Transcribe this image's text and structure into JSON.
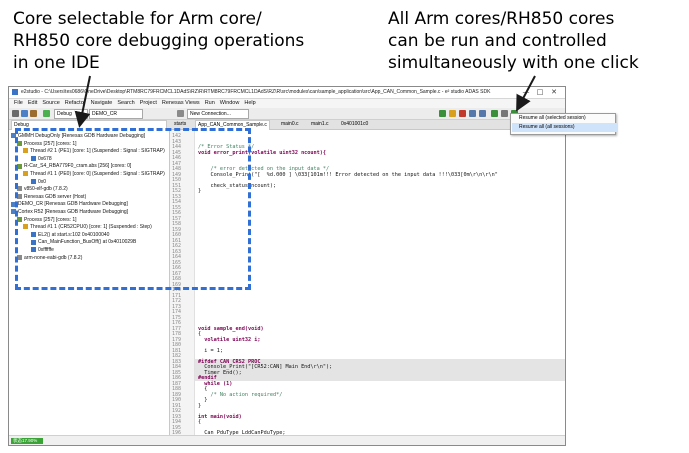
{
  "captions": {
    "left": "Core selectable for Arm core/\nRH850 core debugging operations\nin one IDE",
    "right": "All Arm cores/RH850 cores\ncan be run and controlled\nsimultaneously with one click"
  },
  "window": {
    "title": "e2studio - C:\\Users\\tes0686\\OneDrive\\Desktop\\RTM8RC79FRCMCL1DAdS\\RZ\\R\\RTM8RC79FRCMCL1DAdS\\RZ\\R\\src\\modules\\can\\sample_application\\src\\App_CAN_Common_Sample.c - e² studio ADAS SDK",
    "controls": [
      "—",
      "□",
      "✕"
    ]
  },
  "menu": [
    "File",
    "Edit",
    "Source",
    "Refactor",
    "Navigate",
    "Search",
    "Project",
    "Renesas Views",
    "Run",
    "Window",
    "Help"
  ],
  "toolbar": {
    "launch_mode": "Debug",
    "launch_config": "DEMO_CR",
    "connection": "New Connection..."
  },
  "tabs": {
    "debug": "Debug",
    "files": [
      "starts",
      "App_CAN_Common_Sample.c",
      "main0.c",
      "main1.c",
      "0x401001c0"
    ]
  },
  "debug_tree": [
    {
      "label": "GMMH DebugOnly [Renesas GDB Hardware Debugging]"
    },
    {
      "label": "Process [257] [cores: 1]"
    },
    {
      "label": "Thread #2 1 (PE1) [core: 1] (Suspended : Signal : SIGTRAP)"
    },
    {
      "label": "0x678"
    },
    {
      "label": "R-Car_S4_RBA779F0_cram.abs [256] [cores: 0]"
    },
    {
      "label": "Thread #1 1 (PE0) [core: 0] (Suspended : Signal : SIGTRAP)"
    },
    {
      "label": "0x0"
    },
    {
      "label": "v850-elf-gdb (7.8.2)"
    },
    {
      "label": "Renesas GDB server (Host)"
    },
    {
      "label": "DEMO_CR [Renesas GDB Hardware Debugging]"
    },
    {
      "label": "Cortex R52 [Renesas GDB Hardware Debugging]"
    },
    {
      "label": "Process [257] [cores: 1]"
    },
    {
      "label": "Thread #1 1 (CR52CPU0) [core: 1] (Suspended : Step)"
    },
    {
      "label": "EL2() at start.s:102 0x40100040"
    },
    {
      "label": "Can_MainFunction_BusOff() at 0x4010029B"
    },
    {
      "label": "0xffffffe"
    },
    {
      "label": "arm-none-eabi-gdb (7.8.2)"
    }
  ],
  "code": [
    {
      "ln": "142",
      "text": ""
    },
    {
      "ln": "143",
      "text": ""
    },
    {
      "ln": "144",
      "text": "/* Error Status */",
      "cls": "cm"
    },
    {
      "ln": "145",
      "text": "void error_print(volatile uint32 ncount){",
      "cls": "kw"
    },
    {
      "ln": "146",
      "text": ""
    },
    {
      "ln": "147",
      "text": ""
    },
    {
      "ln": "148",
      "text": "    /* error detected on the input data */",
      "cls": "cm"
    },
    {
      "ln": "149",
      "text": "    Console_Print(\"[  %d.000 ] \\033[101m!!! Error detected on the input data !!!\\033[0m\\r\\n\\r\\n\""
    },
    {
      "ln": "150",
      "text": ""
    },
    {
      "ln": "151",
      "text": "    check_status(ncount);"
    },
    {
      "ln": "152",
      "text": "}"
    },
    {
      "ln": "153",
      "text": ""
    },
    {
      "ln": "154",
      "text": ""
    },
    {
      "ln": "155",
      "text": ""
    },
    {
      "ln": "156",
      "text": ""
    },
    {
      "ln": "157",
      "text": ""
    },
    {
      "ln": "158",
      "text": ""
    },
    {
      "ln": "159",
      "text": ""
    },
    {
      "ln": "160",
      "text": ""
    },
    {
      "ln": "161",
      "text": ""
    },
    {
      "ln": "162",
      "text": ""
    },
    {
      "ln": "163",
      "text": ""
    },
    {
      "ln": "164",
      "text": ""
    },
    {
      "ln": "165",
      "text": ""
    },
    {
      "ln": "166",
      "text": ""
    },
    {
      "ln": "167",
      "text": ""
    },
    {
      "ln": "168",
      "text": ""
    },
    {
      "ln": "169",
      "text": ""
    },
    {
      "ln": "170",
      "text": ""
    },
    {
      "ln": "171",
      "text": ""
    },
    {
      "ln": "172",
      "text": ""
    },
    {
      "ln": "173",
      "text": ""
    },
    {
      "ln": "174",
      "text": ""
    },
    {
      "ln": "175",
      "text": ""
    },
    {
      "ln": "176",
      "text": ""
    },
    {
      "ln": "177",
      "text": "void sample_end(void)",
      "cls": "kw"
    },
    {
      "ln": "178",
      "text": "{"
    },
    {
      "ln": "179",
      "text": "  volatile uint32 i;",
      "cls": "kw"
    },
    {
      "ln": "180",
      "text": ""
    },
    {
      "ln": "181",
      "text": "  i = 1;"
    },
    {
      "ln": "182",
      "text": ""
    },
    {
      "ln": "183",
      "text": "#ifdef CAN_CRS2_PROC",
      "cls": "kw"
    },
    {
      "ln": "184",
      "text": "  Console_Print(\"[CR52:CAN] Main End\\r\\n\");"
    },
    {
      "ln": "185",
      "text": "  Timer_End();"
    },
    {
      "ln": "186",
      "text": "#endif",
      "cls": "kw"
    },
    {
      "ln": "187",
      "text": "  while (1)",
      "cls": "kw"
    },
    {
      "ln": "188",
      "text": "  {"
    },
    {
      "ln": "189",
      "text": "    /* No action required*/",
      "cls": "cm"
    },
    {
      "ln": "190",
      "text": "  }"
    },
    {
      "ln": "191",
      "text": "}"
    },
    {
      "ln": "192",
      "text": ""
    },
    {
      "ln": "193",
      "text": "int main(void)",
      "cls": "kw"
    },
    {
      "ln": "194",
      "text": "{"
    },
    {
      "ln": "195",
      "text": ""
    },
    {
      "ln": "196",
      "text": "  Can_PduType LddCanPduType;"
    }
  ],
  "popup": {
    "items": [
      "Resume all (selected session)",
      "Resume all (all sessions)"
    ]
  },
  "status": {
    "progress_label": "状态17.90%"
  },
  "colors": {
    "dash": "#2f6fd6",
    "arrow": "#1a1a1a",
    "progress": "#3aa336"
  }
}
